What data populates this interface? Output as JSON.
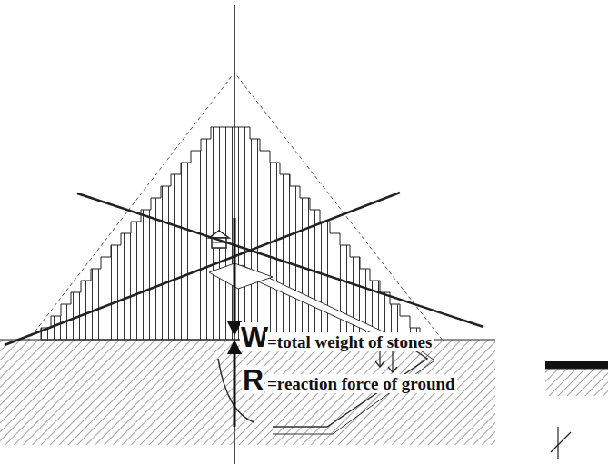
{
  "diagram": {
    "labels": [
      "W",
      "=total weight of stones",
      "R",
      "=reaction force of ground"
    ]
  }
}
